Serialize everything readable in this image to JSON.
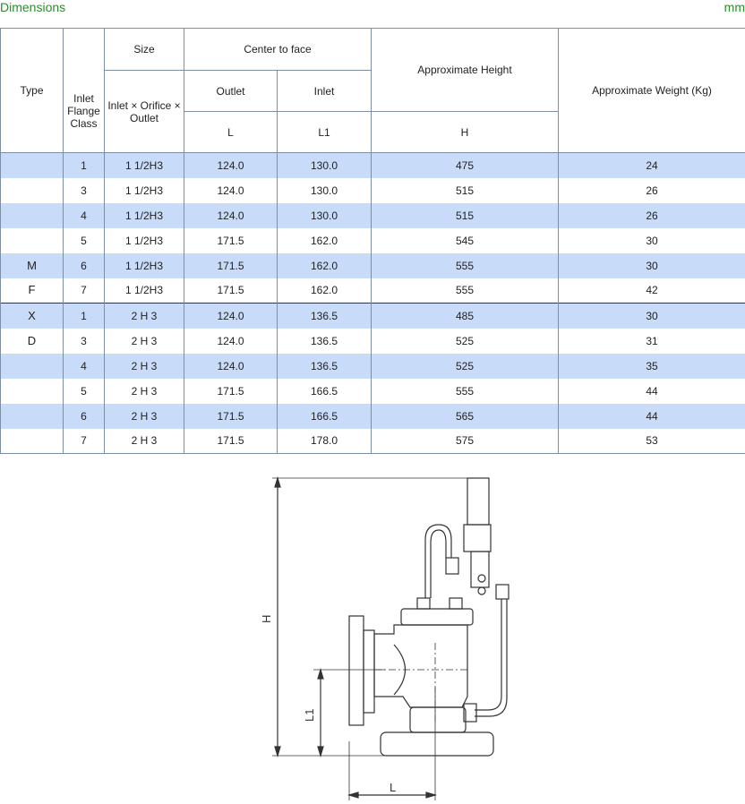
{
  "header": {
    "title": "Dimensions",
    "unit": "mm"
  },
  "table": {
    "head": {
      "type": "Type",
      "flange_class": "Inlet\nFlange\nClass",
      "size": "Size",
      "size_sub": "Inlet\n×\nOrifice\n×\nOutlet",
      "center_to_face": "Center to face",
      "outlet": "Outlet",
      "inlet": "Inlet",
      "approx_height": "Approximate Height",
      "approx_weight": "Approximate\nWeight\n(Kg)",
      "sym_L": "L",
      "sym_L1": "L1",
      "sym_H": "H"
    },
    "type_letters": [
      "M",
      "F",
      "X",
      "D"
    ],
    "rows": [
      {
        "cls": "1",
        "size": "1 1/2H3",
        "L": "124.0",
        "L1": "130.0",
        "H": "475",
        "W": "24"
      },
      {
        "cls": "3",
        "size": "1 1/2H3",
        "L": "124.0",
        "L1": "130.0",
        "H": "515",
        "W": "26"
      },
      {
        "cls": "4",
        "size": "1 1/2H3",
        "L": "124.0",
        "L1": "130.0",
        "H": "515",
        "W": "26"
      },
      {
        "cls": "5",
        "size": "1 1/2H3",
        "L": "171.5",
        "L1": "162.0",
        "H": "545",
        "W": "30"
      },
      {
        "cls": "6",
        "size": "1 1/2H3",
        "L": "171.5",
        "L1": "162.0",
        "H": "555",
        "W": "30"
      },
      {
        "cls": "7",
        "size": "1 1/2H3",
        "L": "171.5",
        "L1": "162.0",
        "H": "555",
        "W": "42"
      },
      {
        "cls": "1",
        "size": "2 H 3",
        "L": "124.0",
        "L1": "136.5",
        "H": "485",
        "W": "30"
      },
      {
        "cls": "3",
        "size": "2 H 3",
        "L": "124.0",
        "L1": "136.5",
        "H": "525",
        "W": "31"
      },
      {
        "cls": "4",
        "size": "2 H 3",
        "L": "124.0",
        "L1": "136.5",
        "H": "525",
        "W": "35"
      },
      {
        "cls": "5",
        "size": "2 H 3",
        "L": "171.5",
        "L1": "166.5",
        "H": "555",
        "W": "44"
      },
      {
        "cls": "6",
        "size": "2 H 3",
        "L": "171.5",
        "L1": "166.5",
        "H": "565",
        "W": "44"
      },
      {
        "cls": "7",
        "size": "2 H 3",
        "L": "171.5",
        "L1": "178.0",
        "H": "575",
        "W": "53"
      }
    ]
  },
  "drawing": {
    "label_H": "H",
    "label_L1": "L1",
    "label_L": "L"
  },
  "colors": {
    "accent": "#2e8b2e",
    "row_shade": "#c8dcfa",
    "border": "#7d8fa8"
  }
}
